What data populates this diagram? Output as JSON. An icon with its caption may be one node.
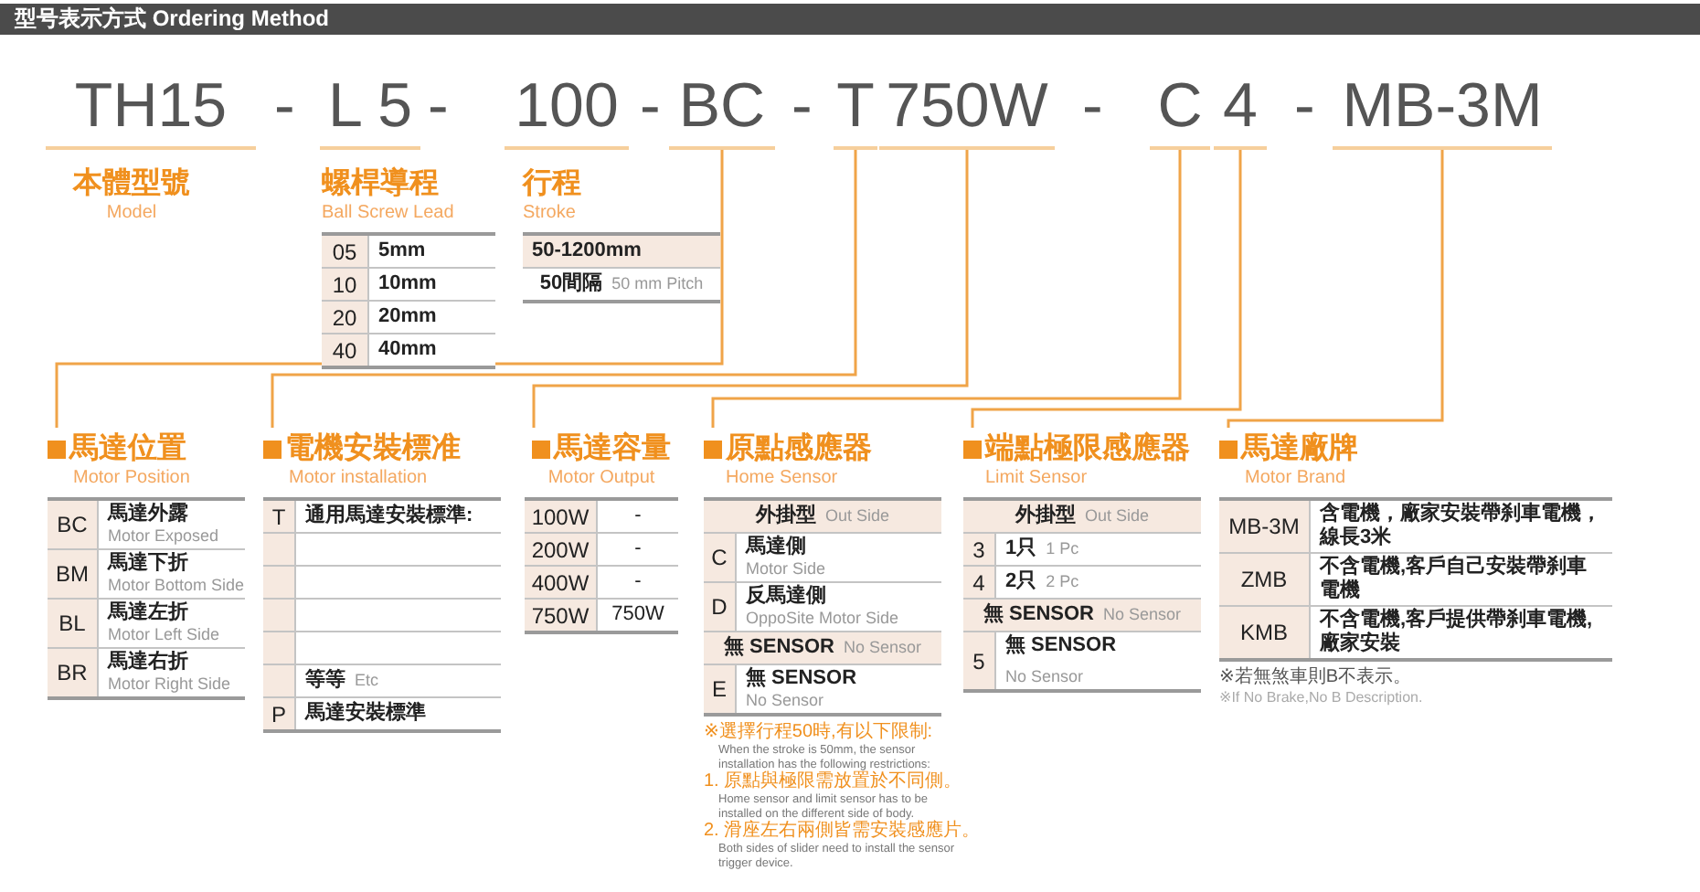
{
  "diagram": {
    "title": "型号表示方式 Ordering Method",
    "nodes": [
      {
        "text": [
          "TH15"
        ]
      },
      {
        "text": [
          "L 5"
        ]
      },
      {
        "text": [
          "100"
        ]
      },
      {
        "text": [
          "BC"
        ]
      },
      {
        "text": [
          "T"
        ]
      },
      {
        "text": [
          "750W"
        ]
      },
      {
        "text": [
          "C"
        ]
      },
      {
        "text": [
          "4"
        ]
      },
      {
        "text": [
          "MB-3M"
        ]
      },
      {
        "text": [
          "本體型號",
          "Model"
        ]
      },
      {
        "text": [
          "螺桿導程",
          "Ball Screw Lead"
        ]
      },
      {
        "text": [
          "05",
          "5mm"
        ]
      },
      {
        "text": [
          "10",
          "10mm"
        ]
      },
      {
        "text": [
          "20",
          "20mm"
        ]
      },
      {
        "text": [
          "40",
          "40mm"
        ]
      },
      {
        "text": [
          "行程",
          "Stroke"
        ]
      },
      {
        "text": [
          "50-1200mm"
        ]
      },
      {
        "text": [
          "50間隔",
          "50 mm Pitch"
        ]
      },
      {
        "text": [
          "馬達位置",
          "Motor Position"
        ]
      },
      {
        "text": [
          "BC",
          "馬達外露",
          "Motor Exposed"
        ]
      },
      {
        "text": [
          "BM",
          "馬達下折",
          "Motor Bottom Side"
        ]
      },
      {
        "text": [
          "BL",
          "馬達左折",
          "Motor Left Side"
        ]
      },
      {
        "text": [
          "BR",
          "馬達右折",
          "Motor Right Side"
        ]
      },
      {
        "text": [
          "電機安裝標准",
          "Motor installation"
        ]
      },
      {
        "text": [
          "T",
          "通用馬達安裝標準:"
        ]
      },
      {
        "text": [],
        "shape": "box"
      },
      {
        "text": [],
        "shape": "box"
      },
      {
        "text": [],
        "shape": "box"
      },
      {
        "text": [],
        "shape": "box"
      },
      {
        "text": [
          "等等",
          "Etc"
        ]
      },
      {
        "text": [
          "P",
          "馬達安裝標準"
        ]
      },
      {
        "text": [
          "馬達容量",
          "Motor Output"
        ]
      },
      {
        "text": [
          "100W",
          "-"
        ]
      },
      {
        "text": [
          "200W",
          "-"
        ]
      },
      {
        "text": [
          "400W",
          "-"
        ]
      },
      {
        "text": [
          "750W",
          "750W"
        ]
      },
      {
        "text": [
          "原點感應器",
          "Home Sensor"
        ],
        "beside": [
          "※選擇行程50時,有以下限制:",
          "When the stroke is 50mm, the sensor installation has the following restrictions:",
          "1. 原點與極限需放置於不同側。",
          "Home sensor and limit sensor has to be installed on the different side of body.",
          "2. 滑座左右兩側皆需安裝感應片。",
          "Both sides of slider need to install the sensor trigger device."
        ]
      },
      {
        "text": [
          "外掛型",
          "Out Side"
        ]
      },
      {
        "text": [
          "C",
          "馬達側",
          "Motor Side"
        ]
      },
      {
        "text": [
          "D",
          "反馬達側",
          "OppoSite Motor Side"
        ]
      },
      {
        "text": [
          "無 SENSOR",
          "No Sensor"
        ]
      },
      {
        "text": [
          "E",
          "無 SENSOR",
          "No Sensor"
        ]
      },
      {
        "text": [
          "端點極限感應器",
          "Limit Sensor"
        ]
      },
      {
        "text": [
          "外掛型",
          "Out Side"
        ]
      },
      {
        "text": [
          "3",
          "1只",
          "1 Pc"
        ]
      },
      {
        "text": [
          "4",
          "2只",
          "2 Pc"
        ]
      },
      {
        "text": [
          "無 SENSOR",
          "No Sensor"
        ]
      },
      {
        "text": [
          "5",
          "無 SENSOR",
          "No Sensor"
        ]
      },
      {
        "text": [
          "馬達廠牌",
          "Motor Brand"
        ],
        "beside": [
          "※若無煞車則B不表示。",
          "※If No Brake,No B Description."
        ]
      },
      {
        "text": [
          "MB-3M",
          "含電機，廠家安裝帶刹車電機，線長3米"
        ]
      },
      {
        "text": [
          "ZMB",
          "不含電機,客戶自己安裝帶刹車電機"
        ]
      },
      {
        "text": [
          "KMB",
          "不含電機,客戶提供帶刹車電機,廠家安裝"
        ]
      }
    ],
    "edges": [
      {
        "from": 3,
        "to": 18,
        "arrow": "none"
      },
      {
        "from": 4,
        "to": 23,
        "arrow": "none"
      },
      {
        "from": 5,
        "to": 31,
        "arrow": "none"
      },
      {
        "from": 6,
        "to": 36,
        "arrow": "none"
      },
      {
        "from": 7,
        "to": 42,
        "arrow": "none"
      },
      {
        "from": 8,
        "to": 48,
        "arrow": "none"
      }
    ],
    "labels": [
      "-",
      "-",
      "-",
      "-",
      "-",
      "-"
    ]
  }
}
